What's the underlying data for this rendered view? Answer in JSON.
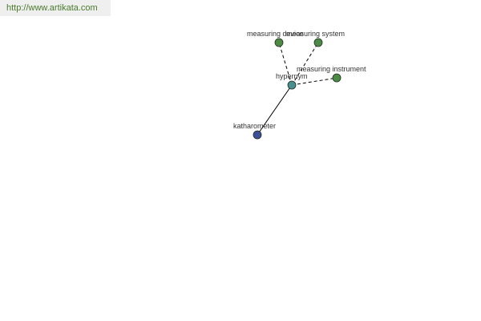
{
  "header": {
    "site_url": "http://www.artikata.com"
  },
  "colors": {
    "node_green": "#4c8a45",
    "node_teal": "#4a8f8f",
    "node_blue": "#3d4f98",
    "edge": "#000000",
    "link": "#4a7a2c"
  },
  "graph": {
    "nodes": [
      {
        "id": "hypernym",
        "label": "hypernym",
        "color": "node_teal"
      },
      {
        "id": "measuring-device",
        "label": "measuring device",
        "color": "node_green"
      },
      {
        "id": "measuring-system",
        "label": "measuring system",
        "color": "node_green"
      },
      {
        "id": "measuring-instrument",
        "label": "measuring instrument",
        "color": "node_green"
      },
      {
        "id": "katharometer",
        "label": "katharometer",
        "color": "node_blue"
      }
    ],
    "edges": [
      {
        "from": "hypernym",
        "to": "measuring-device",
        "style": "dashed"
      },
      {
        "from": "hypernym",
        "to": "measuring-system",
        "style": "dashed"
      },
      {
        "from": "hypernym",
        "to": "measuring-instrument",
        "style": "dashed"
      },
      {
        "from": "hypernym",
        "to": "katharometer",
        "style": "solid"
      }
    ]
  }
}
